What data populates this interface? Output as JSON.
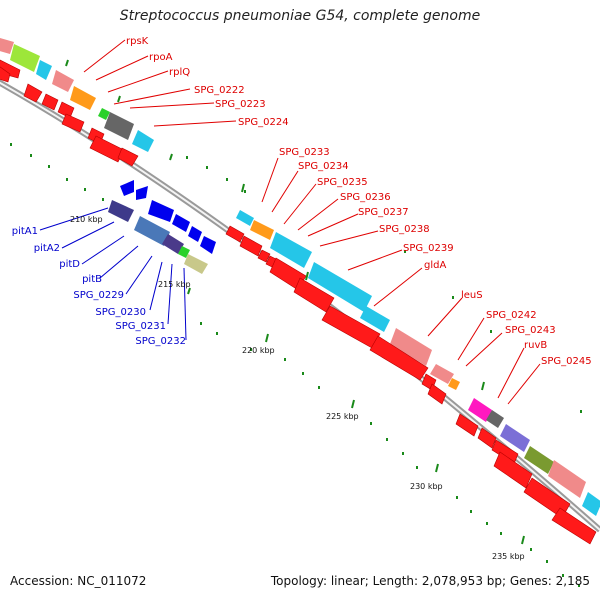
{
  "title": "Streptococcus pneumoniae G54, complete genome",
  "footer": {
    "accession": "Accession: NC_011072",
    "summary": "Topology: linear; Length: 2,078,953 bp; Genes: 2,185"
  },
  "ticks": [
    {
      "label": "210 kbp"
    },
    {
      "label": "215 kbp"
    },
    {
      "label": "220 kbp"
    },
    {
      "label": "225 kbp"
    },
    {
      "label": "230 kbp"
    },
    {
      "label": "235 kbp"
    }
  ],
  "gene_labels": [
    {
      "text": "rpsK",
      "color": "#dd0000"
    },
    {
      "text": "rpoA",
      "color": "#dd0000"
    },
    {
      "text": "rplQ",
      "color": "#dd0000"
    },
    {
      "text": "SPG_0222",
      "color": "#dd0000"
    },
    {
      "text": "SPG_0223",
      "color": "#dd0000"
    },
    {
      "text": "SPG_0224",
      "color": "#dd0000"
    },
    {
      "text": "SPG_0233",
      "color": "#dd0000"
    },
    {
      "text": "SPG_0234",
      "color": "#dd0000"
    },
    {
      "text": "SPG_0235",
      "color": "#dd0000"
    },
    {
      "text": "SPG_0236",
      "color": "#dd0000"
    },
    {
      "text": "SPG_0237",
      "color": "#dd0000"
    },
    {
      "text": "SPG_0238",
      "color": "#dd0000"
    },
    {
      "text": "SPG_0239",
      "color": "#dd0000"
    },
    {
      "text": "gldA",
      "color": "#dd0000"
    },
    {
      "text": "leuS",
      "color": "#dd0000"
    },
    {
      "text": "SPG_0242",
      "color": "#dd0000"
    },
    {
      "text": "SPG_0243",
      "color": "#dd0000"
    },
    {
      "text": "ruvB",
      "color": "#dd0000"
    },
    {
      "text": "SPG_0245",
      "color": "#dd0000"
    },
    {
      "text": "pitA1",
      "color": "#0000cc"
    },
    {
      "text": "pitA2",
      "color": "#0000cc"
    },
    {
      "text": "pitD",
      "color": "#0000cc"
    },
    {
      "text": "pitB",
      "color": "#0000cc"
    },
    {
      "text": "SPG_0229",
      "color": "#0000cc"
    },
    {
      "text": "SPG_0230",
      "color": "#0000cc"
    },
    {
      "text": "SPG_0231",
      "color": "#0000cc"
    },
    {
      "text": "SPG_0232",
      "color": "#0000cc"
    }
  ],
  "colors": {
    "forward_gene": "#ff0000",
    "reverse_gene": "#0000ee",
    "backbone": "#999999",
    "tick": "#1a8a1a"
  }
}
